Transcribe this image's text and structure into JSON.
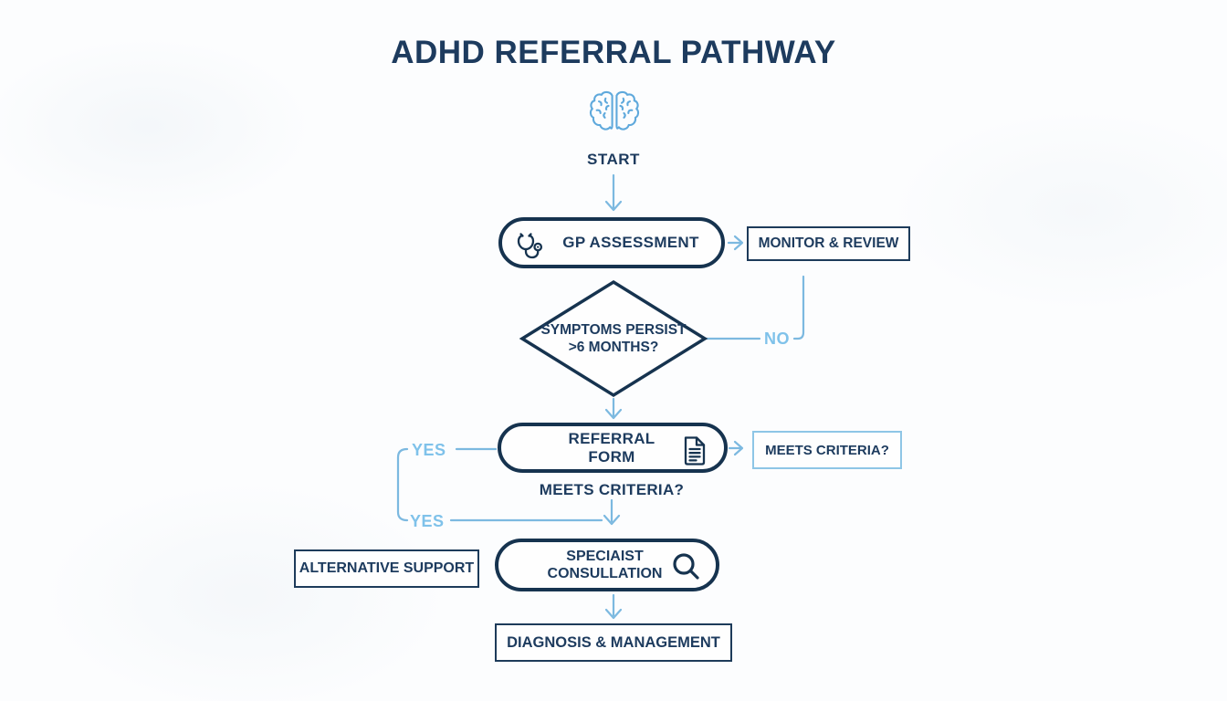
{
  "title": "ADHD REFERRAL PATHWAY",
  "colors": {
    "navy_text": "#1d3b5e",
    "navy_border": "#16334f",
    "light_blue_line": "#7cb9e0",
    "light_blue_label": "#7fc2ea",
    "light_blue_box_border": "#8ec6e6",
    "brain_icon_blue": "#5fa9dc",
    "background": "#fcfdfe"
  },
  "icons": {
    "start": "brain-icon",
    "gp_assessment": "stethoscope-icon",
    "referral_form": "document-icon",
    "specialist_consultation": "magnifier-icon"
  },
  "nodes": {
    "start": {
      "label": "START"
    },
    "gp_assessment": {
      "label": "GP ASSESSMENT"
    },
    "monitor_review": {
      "label": "MONITOR & REVIEW"
    },
    "decision": {
      "line1": "SYMPTOMS PERSIST",
      "line2": ">6 MONTHS?"
    },
    "referral_form": {
      "label": "REFERRAL FORM"
    },
    "meets_criteria_box": {
      "label": "MEETS CRITERIA?"
    },
    "meets_criteria_caption": {
      "label": "MEETS CRITERIA?"
    },
    "specialist_consultation": {
      "line1": "SPECIAIST",
      "line2": "CONSULLATION"
    },
    "alternative_support": {
      "label": "ALTERNATIVE SUPPORT"
    },
    "diagnosis_management": {
      "label": "DIAGNOSIS & MANAGEMENT"
    }
  },
  "edge_labels": {
    "no": "NO",
    "yes_top": "YES",
    "yes_bottom": "YES"
  }
}
